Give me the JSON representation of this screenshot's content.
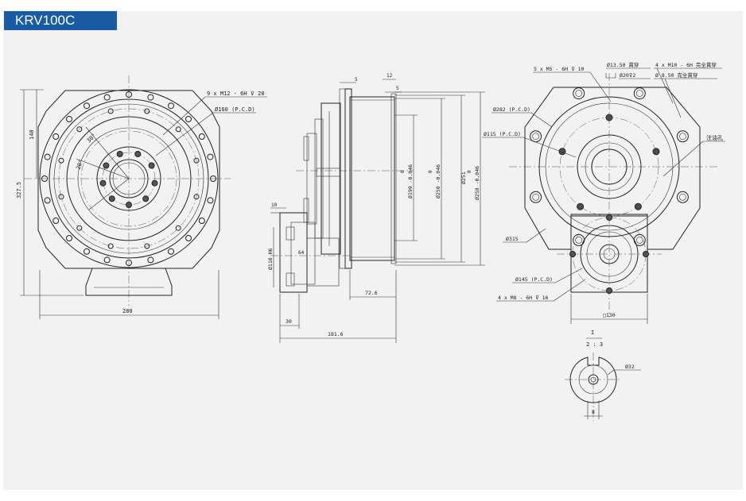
{
  "header": {
    "title": "KRV100C"
  },
  "front_view": {
    "holes_note": "9 x M12 - 6H ⊽ 20",
    "pcd": "Ø160 (P.C.D)",
    "height_upper": "140",
    "height_total": "327.5",
    "width": "280",
    "angle_a": "30°",
    "angle_b": "20°"
  },
  "side_view": {
    "d_top1": "5",
    "d_top2": "12",
    "d_top3": "5",
    "dia1": "Ø199 -0.046",
    "dia1_upper": "0",
    "dia2": "Ø250 -0.046",
    "dia2_upper": "0",
    "dia3": "Ø251",
    "dia4": "Ø258 -0.046",
    "dia4_upper": "0",
    "left_small": "10",
    "bore": "Ø110 H6",
    "inner": "64",
    "len1": "72.6",
    "len2": "30",
    "len_total": "181.6"
  },
  "back_view": {
    "note_m5": "5 x M5 - 6H ⊽ 10",
    "note_thru": "Ø13.50 貫穿",
    "note_cb": "Ø20⊽2",
    "note_m10": "4 x M10 - 6H 完全貫穿",
    "note_850": "Ø 8.50 完全貫穿",
    "pcd282": "Ø282 (P.C.D)",
    "pcd115": "Ø115 (P.C.D)",
    "grease": "注油孔",
    "dia315": "Ø315",
    "pcd145": "Ø145 (P.C.D)",
    "note_m8": "4 x M8 - 6H ⊽ 16",
    "square": "□130"
  },
  "detail_view": {
    "label": "I",
    "scale": "2 : 3",
    "dia": "Ø32",
    "key": "8"
  }
}
